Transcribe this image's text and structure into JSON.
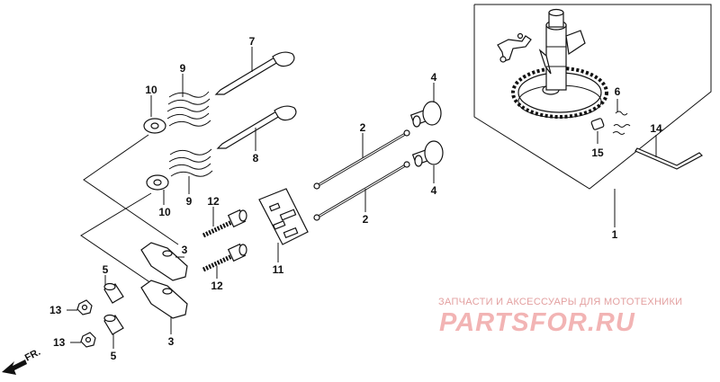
{
  "callouts": {
    "c1": "1",
    "c2a": "2",
    "c2b": "2",
    "c3a": "3",
    "c3b": "3",
    "c4a": "4",
    "c4b": "4",
    "c5a": "5",
    "c5b": "5",
    "c6": "6",
    "c7": "7",
    "c8": "8",
    "c9a": "9",
    "c9b": "9",
    "c10a": "10",
    "c10b": "10",
    "c11": "11",
    "c12a": "12",
    "c12b": "12",
    "c13a": "13",
    "c13b": "13",
    "c14": "14",
    "c15": "15"
  },
  "direction_label": "FR.",
  "watermark": {
    "caption": "ЗАПЧАСТИ И АКСЕССУАРЫ ДЛЯ МОТОТЕХНИКИ",
    "brand": "PARTSFOR.RU"
  }
}
